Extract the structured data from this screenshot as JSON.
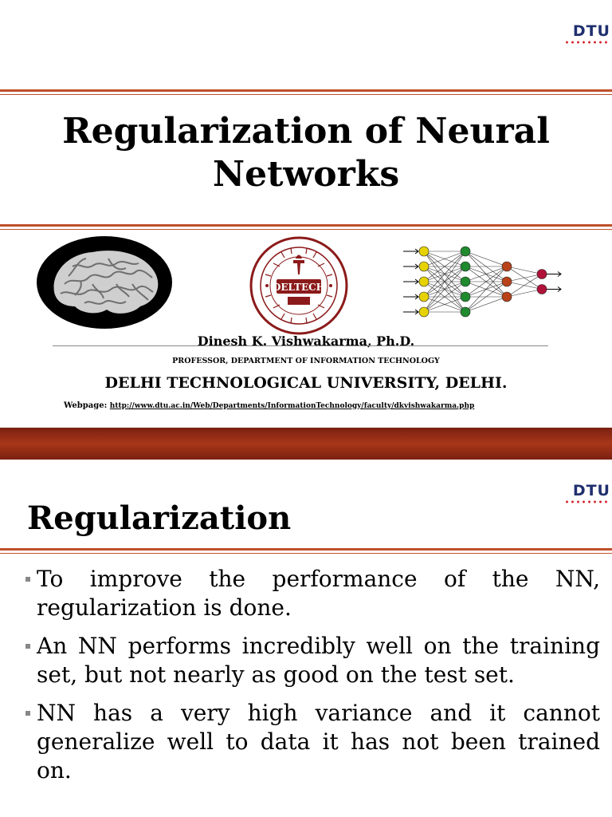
{
  "slide1": {
    "logo": "DTU",
    "title": "Regularization of Neural Networks",
    "author": "Dinesh K. Vishwakarma, Ph.D.",
    "position": "PROFESSOR, DEPARTMENT OF INFORMATION TECHNOLOGY",
    "university": "DELHI TECHNOLOGICAL UNIVERSITY, DELHI.",
    "webpage_label": "Webpage:",
    "webpage_url": "http://www.dtu.ac.in/Web/Departments/InformationTechnology/faculty/dkvishwakarma.php",
    "seal": {
      "center_text": "DELTECH"
    }
  },
  "slide2": {
    "logo": "DTU",
    "title": "Regularization",
    "bullets": [
      "To improve the performance of the NN, regularization is done.",
      "An NN performs incredibly well on the training set, but not nearly as good on the test set.",
      "NN has a very high variance and it cannot generalize well to data it has not been trained on."
    ]
  },
  "colors": {
    "accent": "#c0502a",
    "divider_band": "#a8361a",
    "logo_text": "#1f2f6e",
    "logo_dots": "#d4232a"
  }
}
